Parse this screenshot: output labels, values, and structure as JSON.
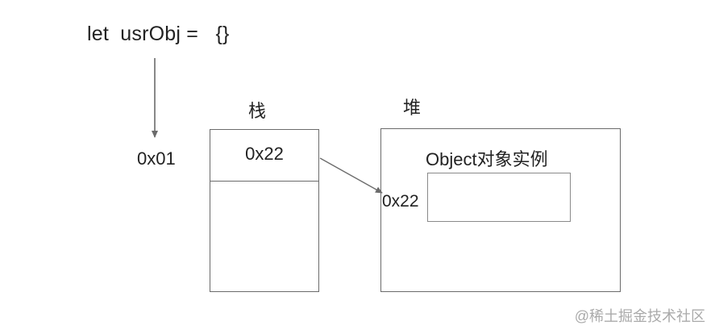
{
  "code": {
    "line": "let  usrObj =   {}"
  },
  "labels": {
    "stack": "栈",
    "heap": "堆"
  },
  "stack": {
    "variable_address": "0x01",
    "cell_value": "0x22"
  },
  "heap": {
    "object_title": "Object对象实例",
    "object_address": "0x22"
  },
  "watermark": {
    "text": "@稀土掘金技术社区"
  },
  "colors": {
    "stroke": "#6b6b6b",
    "text": "#222222",
    "watermark": "#aaaaaa"
  }
}
